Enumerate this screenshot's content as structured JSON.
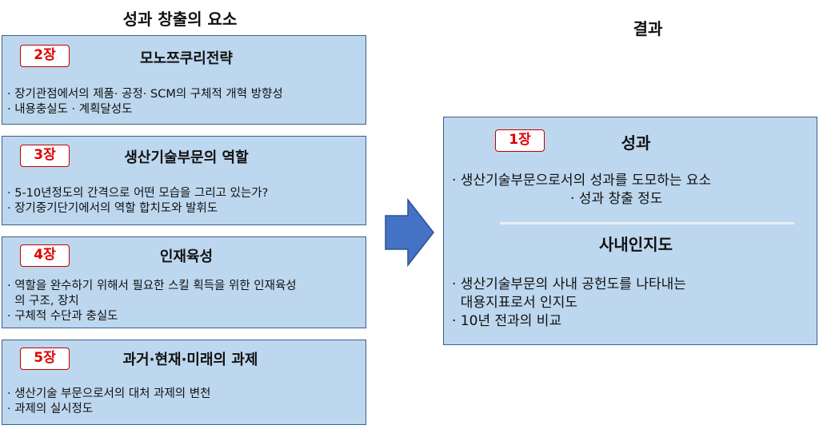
{
  "left_heading": "성과 창출의 요소",
  "right_heading": "결과",
  "left_boxes": [
    {
      "badge": "2장",
      "title": "모노쯔쿠리전략",
      "lines": [
        "· 장기관점에서의 제품· 공정· SCM의 구체적 개혁 방향성",
        "· 내용충실도 · 계획달성도"
      ]
    },
    {
      "badge": "3장",
      "title": "생산기술부문의 역할",
      "lines": [
        "· 5-10년정도의 간격으로 어떤 모습을 그리고 있는가?",
        "· 장기중기단기에서의 역할 합치도와 발휘도"
      ]
    },
    {
      "badge": "4장",
      "title": "인재육성",
      "lines": [
        "· 역할을 완수하기 위해서 필요한 스킬 획득을 위한 인재육성",
        "  의 구조, 장치",
        "· 구체적 수단과 충실도"
      ]
    },
    {
      "badge": "5장",
      "title": "과거·현재·미래의 과제",
      "lines": [
        "· 생산기술 부문으로서의 대처 과제의 변천",
        "· 과제의 실시정도"
      ]
    }
  ],
  "right_box": {
    "badge": "1장",
    "title1": "성과",
    "lines1": [
      "· 생산기술부문으로서의 성과를 도모하는 요소",
      "· 성과 창출 정도"
    ],
    "title2": "사내인지도",
    "lines2": [
      "· 생산기술부문의 사내 공헌도를 나타내는",
      "  대용지표로서 인지도",
      "· 10년 전과의 비교"
    ]
  },
  "colors": {
    "box_fill": "#bdd7ee",
    "box_border": "#3a5f8f",
    "badge_text": "#e00000",
    "arrow": "#4472c4"
  }
}
